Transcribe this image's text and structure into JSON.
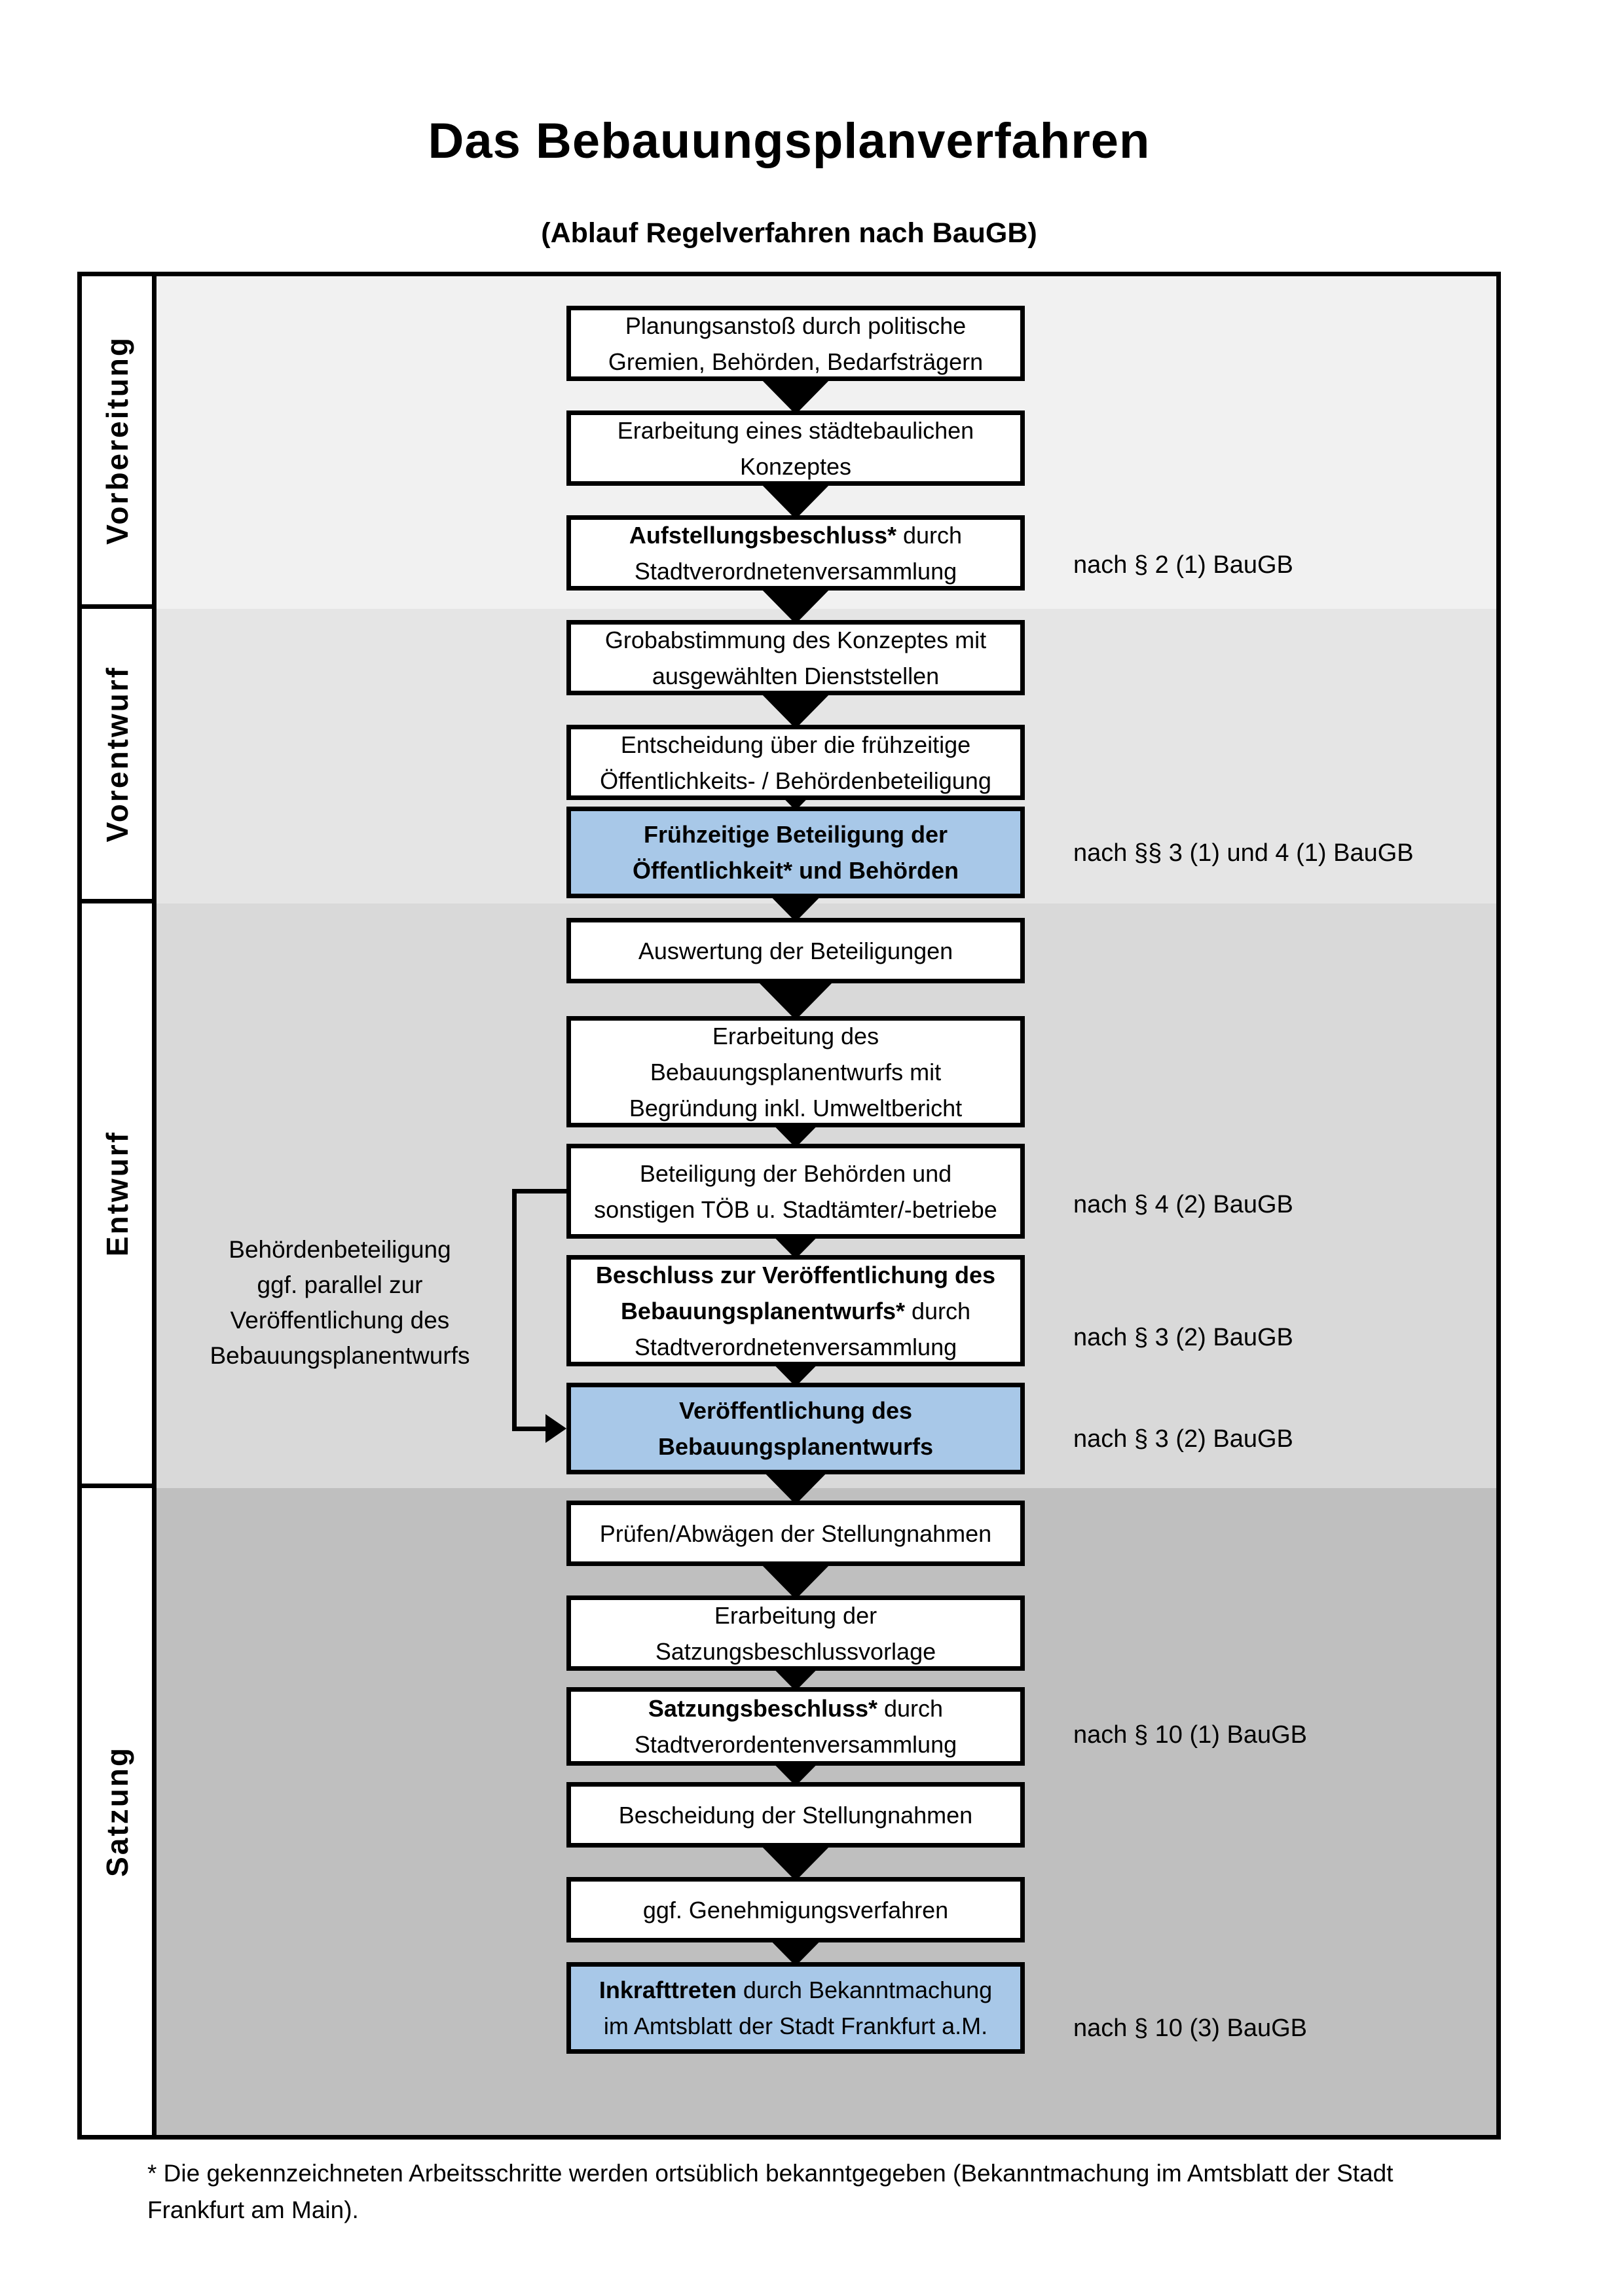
{
  "title": "Das Bebauungsplanverfahren",
  "subtitle": "(Ablauf Regelverfahren nach BauGB)",
  "colors": {
    "highlight_blue": "#a8c8e8",
    "band_vorbereitung": "#f1f1f1",
    "band_vorentwurf": "#e5e5e5",
    "band_entwurf": "#d9d9d9",
    "band_satzung": "#bfbfbf"
  },
  "phases": [
    {
      "label": "Vorbereitung"
    },
    {
      "label": "Vorentwurf"
    },
    {
      "label": "Entwurf"
    },
    {
      "label": "Satzung"
    }
  ],
  "boxes": {
    "planungsanstoss": {
      "l1": "Planungsanstoß durch politische",
      "l2": "Gremien, Behörden, Bedarfsträgern"
    },
    "konzept": {
      "l1": "Erarbeitung eines städtebaulichen",
      "l2": "Konzeptes"
    },
    "aufstellungsbeschluss": {
      "b1": "Aufstellungsbeschluss*",
      "r1": " durch",
      "l2": "Stadtverordnetenversammlung"
    },
    "grobabstimmung": {
      "l1": "Grobabstimmung des Konzeptes mit",
      "l2": "ausgewählten Dienststellen"
    },
    "entscheidung": {
      "l1": "Entscheidung über die frühzeitige",
      "l2": "Öffentlichkeits- / Behördenbeteiligung"
    },
    "fruehzeitige_beteiligung": {
      "l1": "Frühzeitige Beteiligung der",
      "l2": "Öffentlichkeit* und Behörden"
    },
    "auswertung": {
      "l1": "Auswertung der Beteiligungen"
    },
    "erarbeitung_entwurf": {
      "l1": "Erarbeitung des",
      "l2": "Bebauungsplanentwurfs mit",
      "l3": "Begründung inkl. Umweltbericht"
    },
    "beteiligung_behoerden": {
      "l1": "Beteiligung der Behörden und",
      "l2": "sonstigen TÖB u. Stadtämter/-betriebe"
    },
    "beschluss_veroeffentlichung": {
      "b1": "Beschluss zur Veröffentlichung des",
      "b2": "Bebauungsplanentwurfs*",
      "r2": " durch",
      "l3": "Stadtverordnetenversammlung"
    },
    "veroeffentlichung": {
      "l1": "Veröffentlichung des",
      "l2": "Bebauungsplanentwurfs"
    },
    "pruefen": {
      "l1": "Prüfen/Abwägen der Stellungnahmen"
    },
    "satzungsvorlage": {
      "l1": "Erarbeitung der",
      "l2": "Satzungsbeschlussvorlage"
    },
    "satzungsbeschluss": {
      "b1": "Satzungsbeschluss*",
      "r1": " durch",
      "l2": "Stadtverordentenversammlung"
    },
    "bescheidung": {
      "l1": "Bescheidung der Stellungnahmen"
    },
    "genehmigung": {
      "l1": "ggf. Genehmigungsverfahren"
    },
    "inkrafttreten": {
      "b1": "Inkrafttreten",
      "r1": " durch Bekanntmachung",
      "l2": "im Amtsblatt der Stadt Frankfurt a.M."
    }
  },
  "legal_refs": {
    "ref1": "nach § 2 (1) BauGB",
    "ref2": "nach §§ 3 (1) und 4 (1) BauGB",
    "ref3": "nach § 4 (2) BauGB",
    "ref4": "nach § 3 (2) BauGB",
    "ref5": "nach § 3 (2) BauGB",
    "ref6": "nach § 10 (1) BauGB",
    "ref7": "nach § 10 (3) BauGB"
  },
  "side_note": {
    "l1": "Behördenbeteiligung",
    "l2": "ggf. parallel zur",
    "l3": "Veröffentlichung des",
    "l4": "Bebauungsplanentwurfs"
  },
  "footnote": {
    "l1": "* Die gekennzeichneten Arbeitsschritte werden ortsüblich bekanntgegeben (Bekanntmachung im Amtsblatt der Stadt",
    "l2": "Frankfurt am Main)."
  }
}
